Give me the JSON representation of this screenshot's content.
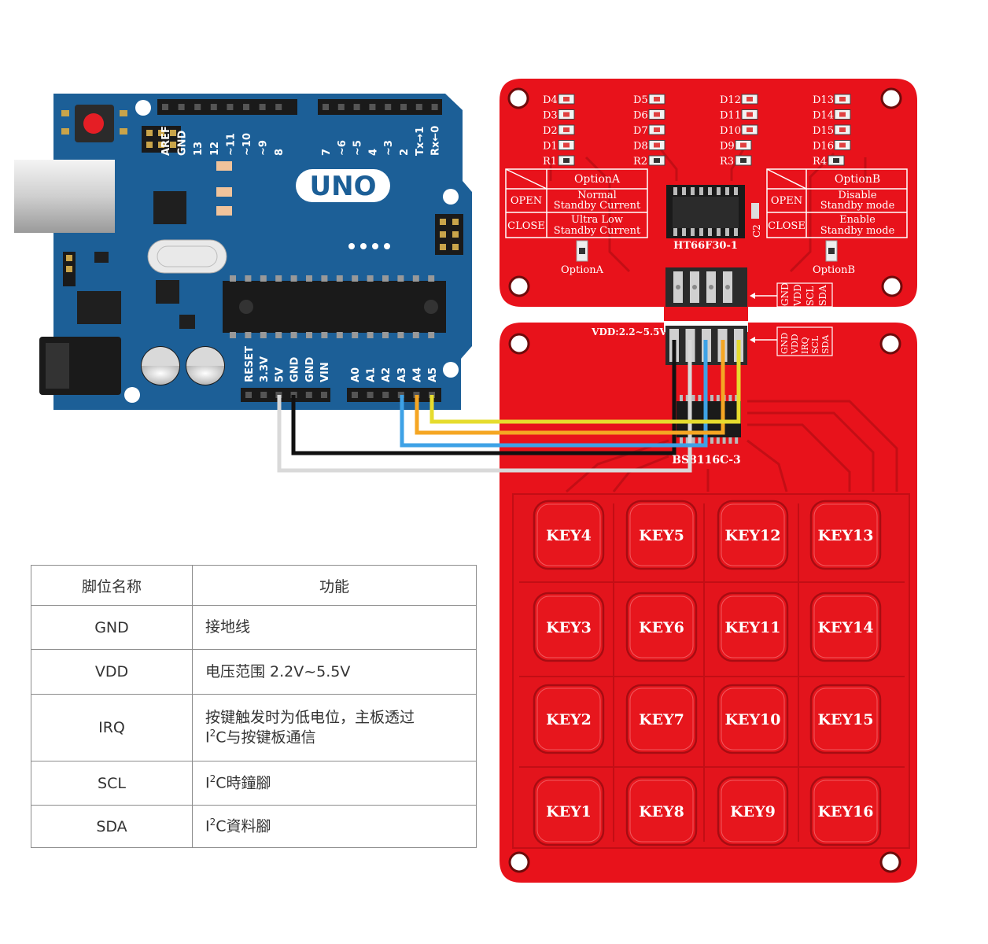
{
  "arduino": {
    "board_name": "UNO",
    "top_header_labels": [
      "AREF",
      "GND",
      "13",
      "12",
      "~11",
      "~10",
      "~9",
      "8",
      "7",
      "~6",
      "~5",
      "4",
      "~3",
      "2",
      "Tx→1",
      "Rx←0"
    ],
    "power_header_labels": [
      "RESET",
      "3.3V",
      "5V",
      "GND",
      "GND",
      "VIN"
    ],
    "analog_header_labels": [
      "A0",
      "A1",
      "A2",
      "A3",
      "A4",
      "A5"
    ]
  },
  "controller_board": {
    "leds_col1": [
      "D4",
      "D3",
      "D2",
      "D1",
      "R1"
    ],
    "leds_col2": [
      "D5",
      "D6",
      "D7",
      "D8",
      "R2"
    ],
    "leds_col3": [
      "D12",
      "D11",
      "D10",
      "D9",
      "R3"
    ],
    "leds_col4": [
      "D13",
      "D14",
      "D15",
      "D16",
      "R4"
    ],
    "option_a": {
      "header": "OptionA",
      "open_label": "OPEN",
      "open_text_1": "Normal",
      "open_text_2": "Standby Current",
      "close_label": "CLOSE",
      "close_text_1": "Ultra Low",
      "close_text_2": "Standby Current",
      "jumper_label": "OptionA"
    },
    "option_b": {
      "header": "OptionB",
      "open_label": "OPEN",
      "open_text_1": "Disable",
      "open_text_2": "Standby mode",
      "close_label": "CLOSE",
      "close_text_1": "Enable",
      "close_text_2": "Standby mode",
      "jumper_label": "OptionB"
    },
    "chip_label": "HT66F30-1",
    "cap_label": "C2",
    "pin_labels": [
      "GND",
      "VDD",
      "SCL",
      "SDA"
    ]
  },
  "keypad_board": {
    "voltage_label": "VDD:2.2~5.5V",
    "pin_labels": [
      "GND",
      "VDD",
      "IRQ",
      "SCL",
      "SDA"
    ],
    "chip_label": "BS8116C-3",
    "keys": [
      [
        "KEY4",
        "KEY5",
        "KEY12",
        "KEY13"
      ],
      [
        "KEY3",
        "KEY6",
        "KEY11",
        "KEY14"
      ],
      [
        "KEY2",
        "KEY7",
        "KEY10",
        "KEY15"
      ],
      [
        "KEY1",
        "KEY8",
        "KEY9",
        "KEY16"
      ]
    ]
  },
  "wires": [
    {
      "from": "5V",
      "to": "VDD",
      "color": "#d9d9d9"
    },
    {
      "from": "GND",
      "to": "GND",
      "color": "#111111"
    },
    {
      "from": "A3",
      "to": "IRQ",
      "color": "#3ea2e6"
    },
    {
      "from": "A4",
      "to": "SCL",
      "color": "#f5a623"
    },
    {
      "from": "A5",
      "to": "SDA",
      "color": "#e6dc2e"
    }
  ],
  "colors": {
    "arduino_blue": "#1c5f97",
    "pcb_red": "#e8121b",
    "pcb_red_dark": "#c30e15",
    "key_red": "#e7161d"
  },
  "pin_table": {
    "headers": [
      "脚位名称",
      "功能"
    ],
    "rows": [
      {
        "pin": "GND",
        "func": "接地线"
      },
      {
        "pin": "VDD",
        "func": "电压范围 2.2V~5.5V"
      },
      {
        "pin": "IRQ",
        "func": "按键触发时为低电位，主板透过",
        "func2_pre": "I",
        "func2_sup": "2",
        "func2_post": "C与按键板通信"
      },
      {
        "pin": "SCL",
        "func_pre": "I",
        "func_sup": "2",
        "func_post": "C時鐘腳"
      },
      {
        "pin": "SDA",
        "func_pre": "I",
        "func_sup": "2",
        "func_post": "C資料腳"
      }
    ]
  }
}
